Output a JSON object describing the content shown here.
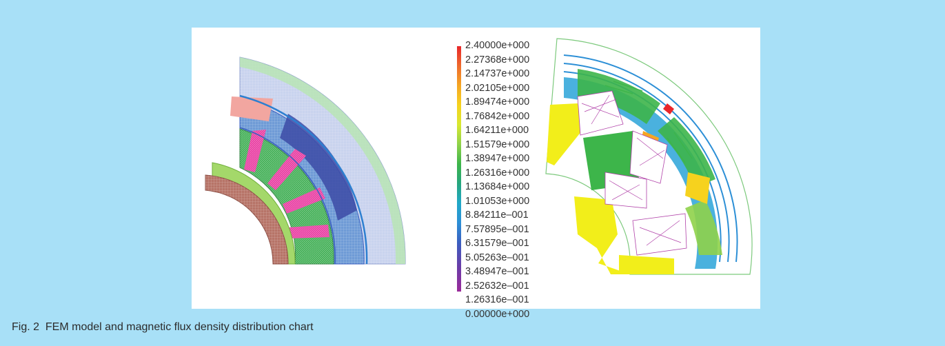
{
  "caption": "Fig. 2  FEM model and magnetic flux density distribution chart",
  "colorbar": {
    "labels": [
      "2.40000e+000",
      "2.27368e+000",
      "2.14737e+000",
      "2.02105e+000",
      "1.89474e+000",
      "1.76842e+000",
      "1.64211e+000",
      "1.51579e+000",
      "1.38947e+000",
      "1.26316e+000",
      "1.13684e+000",
      "1.01053e+000",
      "8.84211e–001",
      "7.57895e–001",
      "6.31579e–001",
      "5.05263e–001",
      "3.48947e–001",
      "2.52632e–001",
      "1.26316e–001",
      "0.00000e+000"
    ],
    "colors": [
      "#e8262a",
      "#ee6a2c",
      "#f5a623",
      "#f6d21e",
      "#f2ee1a",
      "#c9e53a",
      "#8fd24a",
      "#3db54a",
      "#2aa56c",
      "#22a39b",
      "#20a8c8",
      "#2c8fd6",
      "#3668c2",
      "#5048b0",
      "#7a3aa6",
      "#9b2a9a"
    ]
  },
  "colors": {
    "background": "#a8e0f7",
    "panel": "#ffffff"
  }
}
